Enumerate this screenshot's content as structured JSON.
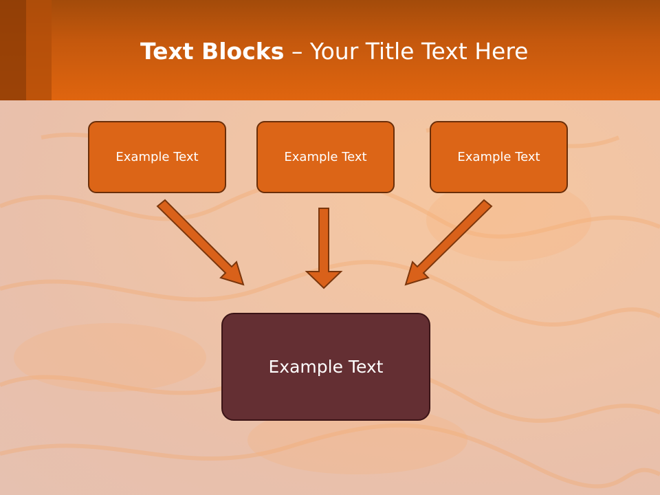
{
  "header": {
    "title_bold": "Text Blocks",
    "title_rest": " – Your Title Text Here"
  },
  "blocks": [
    {
      "label": "Example Text"
    },
    {
      "label": "Example Text"
    },
    {
      "label": "Example Text"
    }
  ],
  "target": {
    "label": "Example Text"
  },
  "colors": {
    "header": "#e0650f",
    "block_fill": "#dc6517",
    "target_fill": "#642f33",
    "arrow_fill": "#d9611a",
    "arrow_stroke": "#7a360c"
  }
}
